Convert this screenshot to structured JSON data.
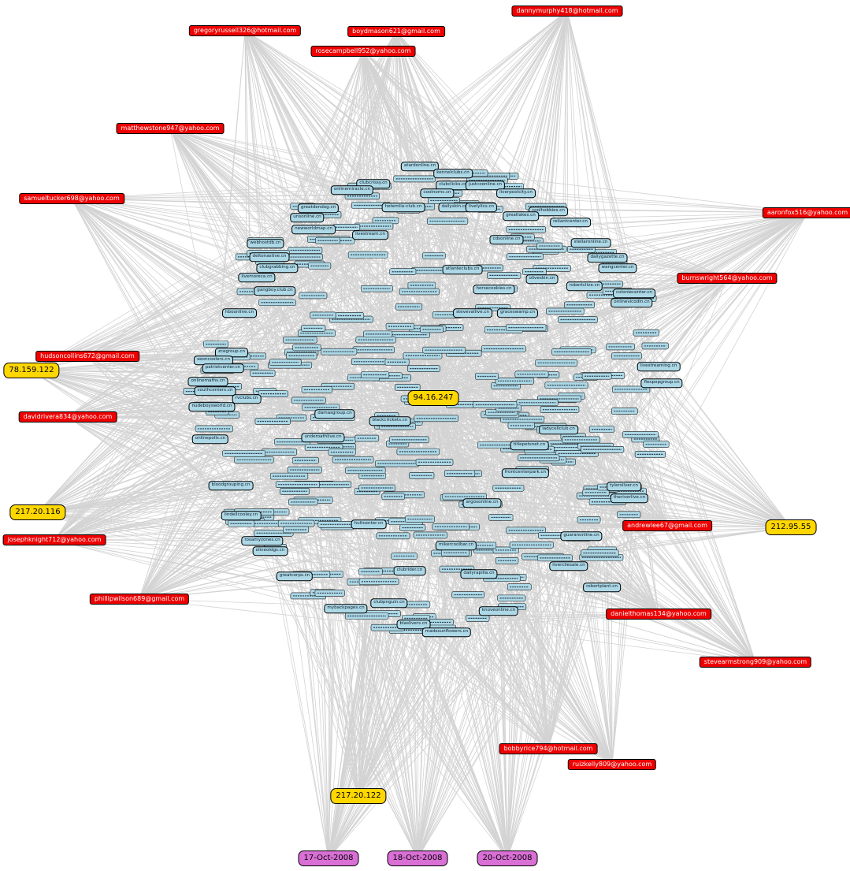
{
  "colors": {
    "email": "#ee0000",
    "ip": "#ffd700",
    "date": "#da70d6",
    "domain": "#add8e6",
    "edge": "#d3d3d3"
  },
  "emails": [
    {
      "label": "gregoryrussell326@hotmail.com"
    },
    {
      "label": "boydmason621@gmail.com"
    },
    {
      "label": "dannymurphy418@hotmail.com"
    },
    {
      "label": "rosecampbell952@yahoo.com"
    },
    {
      "label": "matthewstone947@yahoo.com"
    },
    {
      "label": "samueltucker698@yahoo.com"
    },
    {
      "label": "aaronfox516@yahoo.com"
    },
    {
      "label": "burnswright564@yahoo.com"
    },
    {
      "label": "hudsoncollins672@gmail.com"
    },
    {
      "label": "davidrivera834@yahoo.com"
    },
    {
      "label": "josephknight712@yahoo.com"
    },
    {
      "label": "phillipwilson689@gmail.com"
    },
    {
      "label": "andrewlee67@gmail.com"
    },
    {
      "label": "danielthomas134@yahoo.com"
    },
    {
      "label": "stevearmstrong909@yahoo.com"
    },
    {
      "label": "bobbyrice794@hotmail.com"
    },
    {
      "label": "ruizkelly809@yahoo.com"
    }
  ],
  "ips": [
    {
      "label": "78.159.122"
    },
    {
      "label": "94.16.247"
    },
    {
      "label": "217.20.116"
    },
    {
      "label": "212.95.55"
    },
    {
      "label": "217.20.122"
    }
  ],
  "dates": [
    {
      "label": "17-Oct-2008"
    },
    {
      "label": "18-Oct-2008"
    },
    {
      "label": "20-Oct-2008"
    }
  ],
  "domains": [
    {
      "label": "atardonline.cn"
    },
    {
      "label": "kennelclubs.cn"
    },
    {
      "label": "clubcrissy.cn"
    },
    {
      "label": "clubclicks.cn"
    },
    {
      "label": "justcoonline.cn"
    },
    {
      "label": "onlinemiracle.cn"
    },
    {
      "label": "coolnoms.cn"
    },
    {
      "label": "liverpoolcity.cn"
    },
    {
      "label": "hetemlia-club.cn"
    },
    {
      "label": "dailyskin.cn"
    },
    {
      "label": "livelylics.cn"
    },
    {
      "label": "greatdendog.cn"
    },
    {
      "label": "unsonline.cn"
    },
    {
      "label": "newworldmap.cn"
    },
    {
      "label": "coolhobbies.cn"
    },
    {
      "label": "reliantcenter.cn"
    },
    {
      "label": "greatlakes.cn"
    },
    {
      "label": "webhostdb.cn"
    },
    {
      "label": "deltonastive.cn"
    },
    {
      "label": "livestream.cn"
    },
    {
      "label": "stellaronline.cn"
    },
    {
      "label": "cdsonline.cn"
    },
    {
      "label": "dailygazette.cn"
    },
    {
      "label": "wangcenter.cn"
    },
    {
      "label": "livemoreca.cn"
    },
    {
      "label": "gangboy.club.cn"
    },
    {
      "label": "horsecookies.cn"
    },
    {
      "label": "oliveskin.cn"
    },
    {
      "label": "robertclive.cn"
    },
    {
      "label": "coloniecenter.cn"
    },
    {
      "label": "atlanteclubs.cn"
    },
    {
      "label": "onlinevicodin.cn"
    },
    {
      "label": "hboonline.cn"
    },
    {
      "label": "stevevallive.cn"
    },
    {
      "label": "graceswamp.cn"
    },
    {
      "label": "zcegroup.cn"
    },
    {
      "label": "xeoncoolers.cn"
    },
    {
      "label": "patriotcenter.cn"
    },
    {
      "label": "livestreaming.cn"
    },
    {
      "label": "onlinemaths.cn"
    },
    {
      "label": "southcenters.cn"
    },
    {
      "label": "flexpopgroup.cn"
    },
    {
      "label": "nudeboysworld.cn"
    },
    {
      "label": "rvclubs.cn"
    },
    {
      "label": "damasgroup.cn"
    },
    {
      "label": "underoathlive.cn"
    },
    {
      "label": "blackcrickets.cn"
    },
    {
      "label": "onlinepolls.cn"
    },
    {
      "label": "titlepetsnet.cn"
    },
    {
      "label": "ladycellclub.cn"
    },
    {
      "label": "bloodgrouping.cn"
    },
    {
      "label": "theriverlive.cn"
    },
    {
      "label": "tylersilver.cn"
    },
    {
      "label": "lindellcooley.cn"
    },
    {
      "label": "argosonline.cn"
    },
    {
      "label": "rosamyzones.cn"
    },
    {
      "label": "oliveoldgs.cn"
    },
    {
      "label": "hultcenter.cn"
    },
    {
      "label": "guaranonline.cn"
    },
    {
      "label": "mikercoolbar.cn"
    },
    {
      "label": "livercliesale.cn"
    },
    {
      "label": "greatcorps.cn"
    },
    {
      "label": "clubrider.cn"
    },
    {
      "label": "dailyrapilla.cn"
    },
    {
      "label": "clubpnguin.cn"
    },
    {
      "label": "knoveonline.cn"
    },
    {
      "label": "mybackpages.cn"
    },
    {
      "label": "blaslivers.cn"
    },
    {
      "label": "madesunflowers.cn"
    },
    {
      "label": "frontcenterpark.cn"
    },
    {
      "label": "robertplant.cn"
    },
    {
      "label": "clubgrabbing.cn"
    }
  ]
}
